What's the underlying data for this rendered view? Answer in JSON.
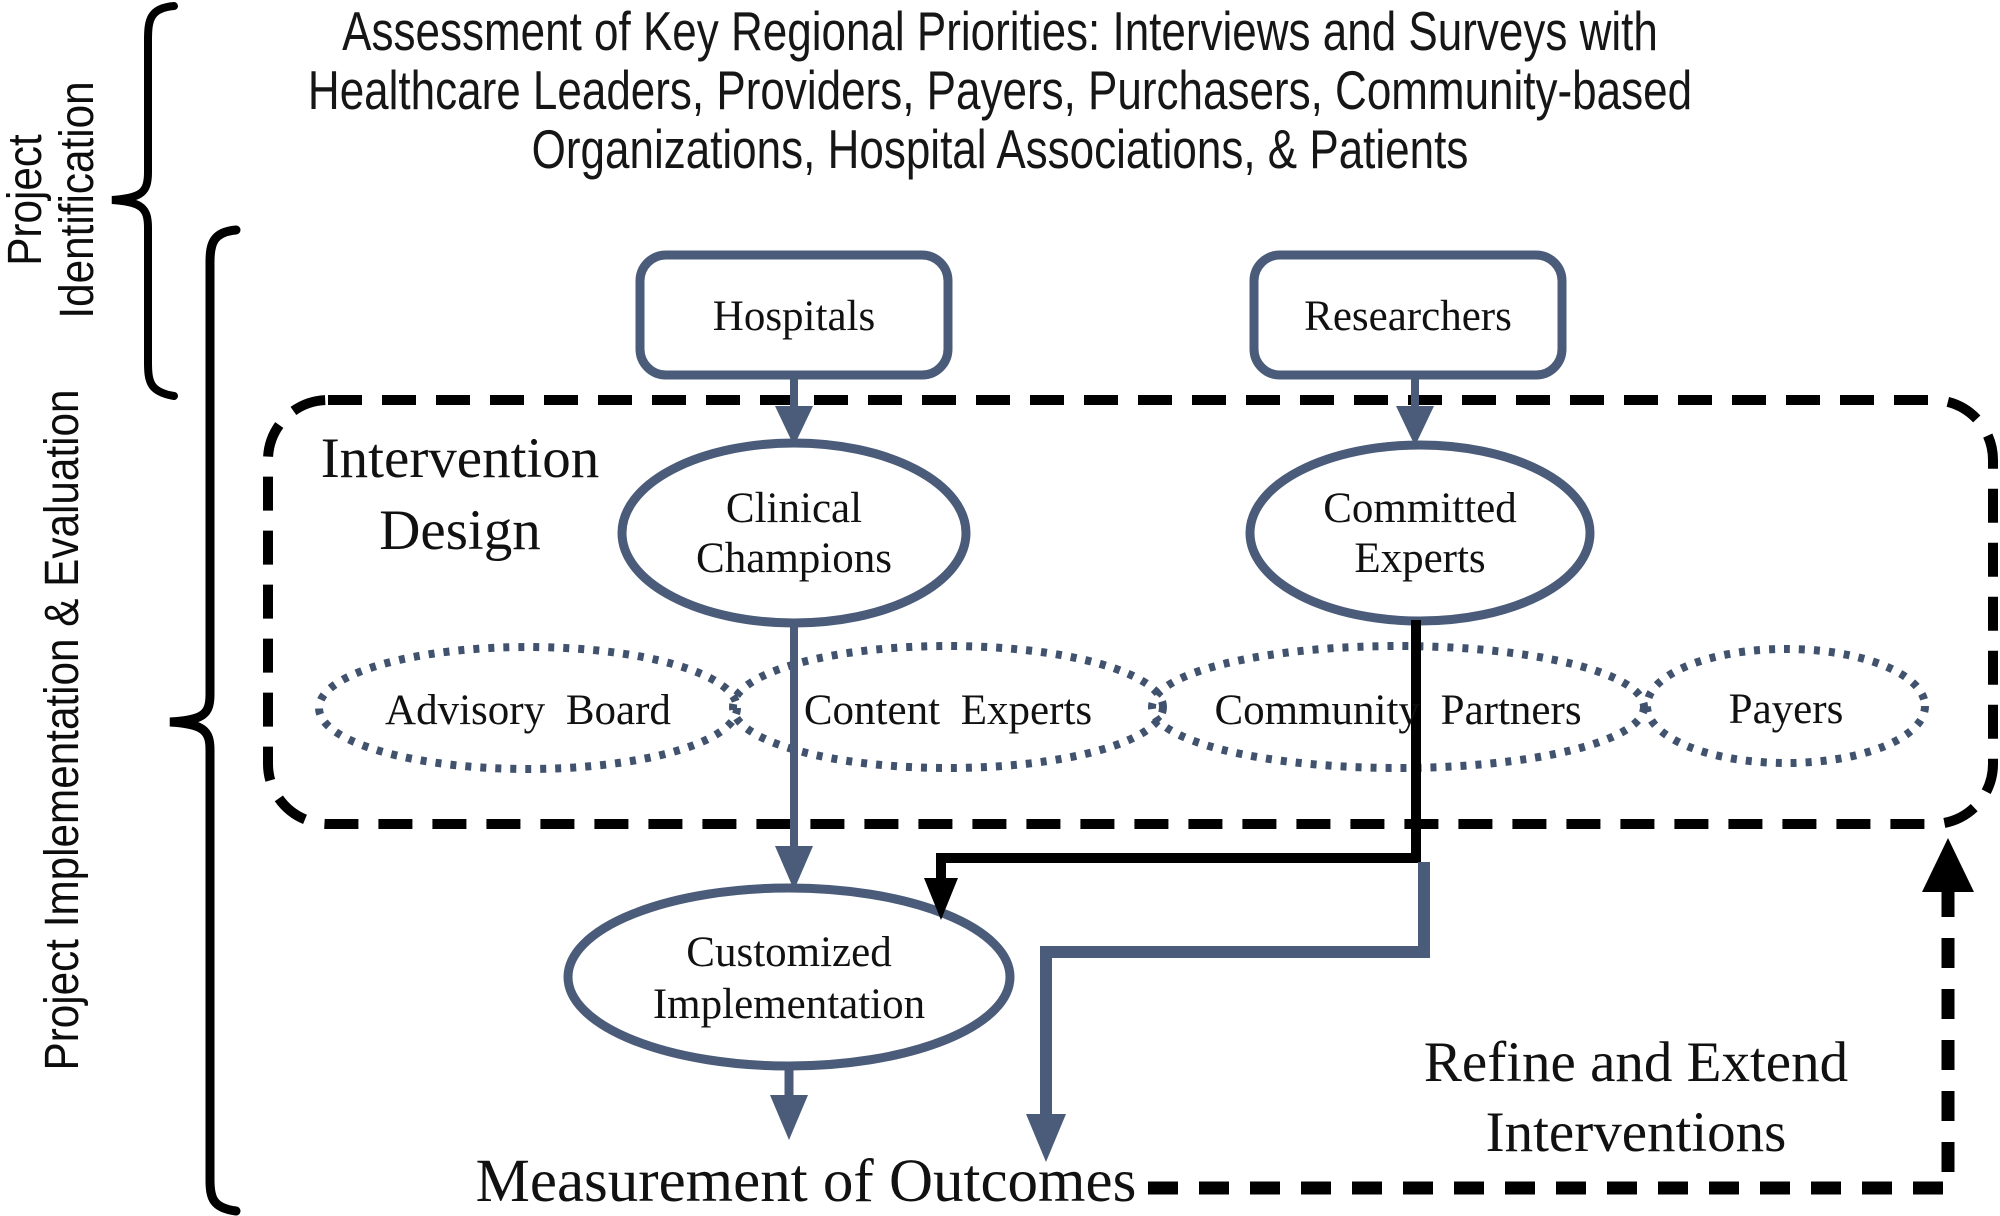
{
  "colors": {
    "slate": "#4a5c79",
    "dotted_slate": "#40526d",
    "ink": "#111111",
    "black": "#000000"
  },
  "title": "Assessment of Key Regional Priorities: Interviews and Surveys with\nHealthcare Leaders, Providers, Payers, Purchasers, Community-based\nOrganizations, Hospital Associations, & Patients",
  "side_labels": {
    "top": "Project\nIdentification",
    "bottom": "Project Implementation & Evaluation"
  },
  "region_label": "Intervention\nDesign",
  "nodes": {
    "hospitals": "Hospitals",
    "researchers": "Researchers",
    "clinical_champions": "Clinical\nChampions",
    "committed_experts": "Committed\nExperts",
    "advisory_board": "Advisory Board",
    "content_experts": "Content Experts",
    "community_partners": "Community Partners",
    "payers": "Payers",
    "customized_implementation": "Customized\nImplementation"
  },
  "bottom": {
    "measurement": "Measurement of Outcomes",
    "refine": "Refine and Extend\nInterventions"
  }
}
